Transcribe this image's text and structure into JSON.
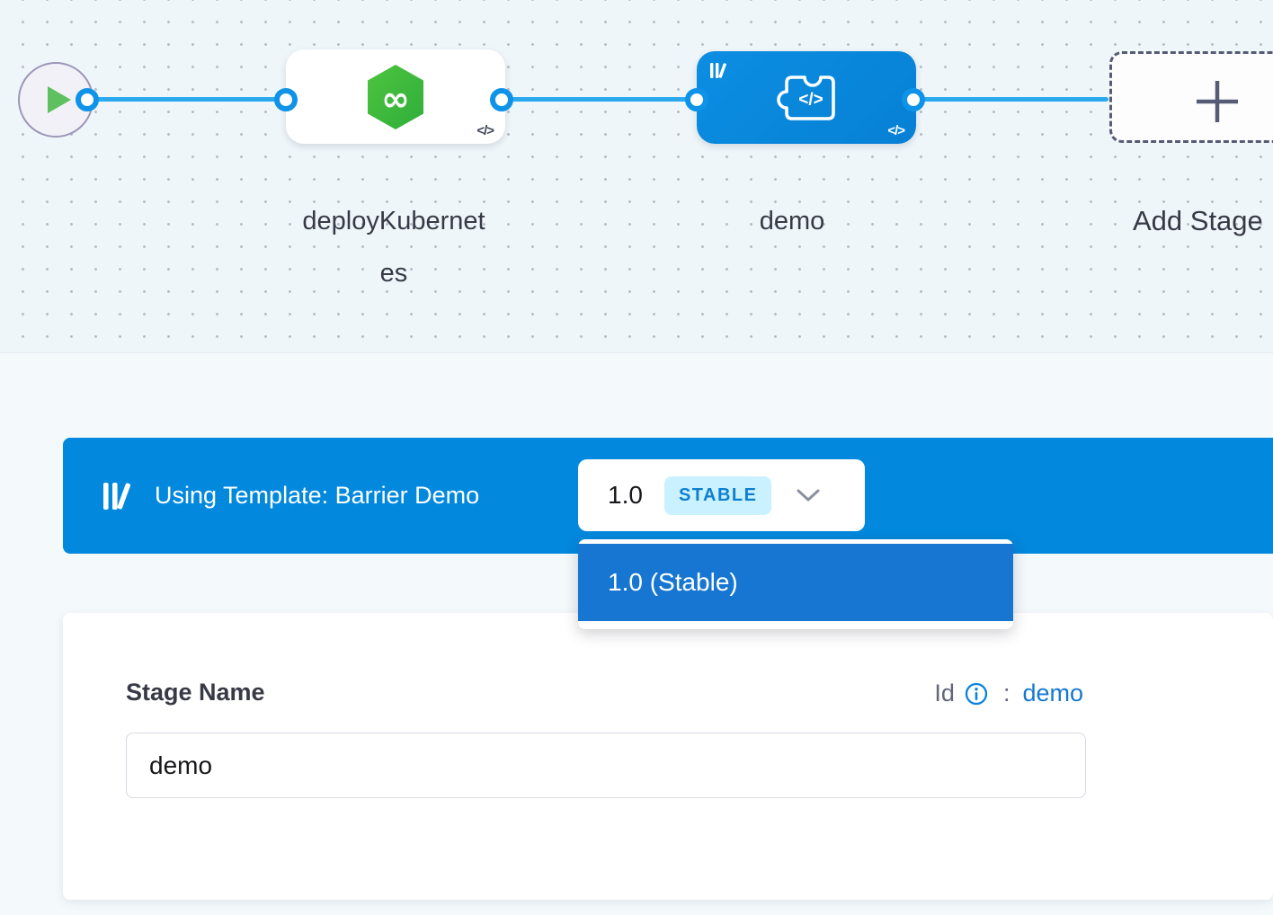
{
  "colors": {
    "banner_blue": "#0288dd",
    "node_blue": "#0886db",
    "edge_blue": "#2aa9ee",
    "port_ring_blue": "#0f93e8",
    "dropdown_item_blue": "#1776d1",
    "deploy_icon_green": "#42bb41",
    "stable_badge_bg": "#c9f1ff",
    "stable_badge_text": "#0e7fd0",
    "link_blue": "#1577d2"
  },
  "canvas": {
    "nodes": [
      {
        "label": "deployKubernetes",
        "icon": "harness-deploy-icon"
      },
      {
        "label": "demo",
        "icon": "custom-stage-template-icon"
      }
    ],
    "add_stage": {
      "label": "Add Stage"
    }
  },
  "banner": {
    "text": "Using Template: Barrier Demo",
    "version_selector": {
      "version": "1.0",
      "badge": "STABLE"
    }
  },
  "dropdown": {
    "items": [
      {
        "label": "1.0 (Stable)",
        "selected": true
      }
    ]
  },
  "form": {
    "stage_name_label": "Stage Name",
    "stage_name_value": "demo",
    "id_label": "Id",
    "id_colon": ":",
    "id_value": "demo"
  },
  "icons": {
    "infinity": "∞",
    "code": "</>",
    "chevrons": "</>"
  }
}
